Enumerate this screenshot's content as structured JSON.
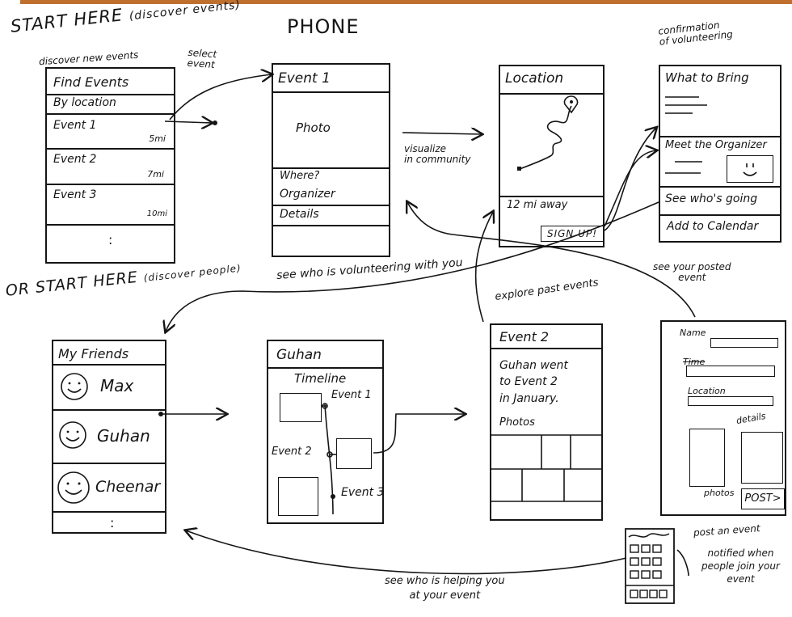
{
  "header": {
    "start_here_1": "START HERE",
    "start_here_1_sub": "(discover events)",
    "phone_title": "PHONE",
    "start_here_2": "OR START HERE",
    "start_here_2_sub": "(discover people)"
  },
  "annotations": {
    "discover_new_events": "discover new events",
    "select_event": "select\nevent",
    "visualize": "visualize\nin community",
    "confirmation": "confirmation\nof volunteering",
    "see_who_volunteering": "see who is volunteering with you",
    "see_posted_event": "see your posted\nevent",
    "explore_past_events": "explore past events",
    "post_an_event": "post an event",
    "notified": "notified when\npeople join your\nevent",
    "see_helping": "see who is helping you\nat your event"
  },
  "find_events": {
    "title": "Find Events",
    "by_location": "By location",
    "events": [
      {
        "name": "Event 1",
        "distance": "5mi"
      },
      {
        "name": "Event 2",
        "distance": "7mi"
      },
      {
        "name": "Event 3",
        "distance": "10mi"
      }
    ],
    "more": ":"
  },
  "event1_screen": {
    "title": "Event 1",
    "photo": "Photo",
    "where": "Where?",
    "organizer": "Organizer",
    "details": "Details"
  },
  "location_screen": {
    "title": "Location",
    "distance": "12 mi away",
    "signup": "SIGN UP!"
  },
  "confirm_screen": {
    "what_to_bring": "What to Bring",
    "meet_organizer": "Meet the Organizer",
    "see_whos_going": "See who's going",
    "add_calendar": "Add to Calendar"
  },
  "friends_screen": {
    "title": "My Friends",
    "friends": [
      "Max",
      "Guhan",
      "Cheenar"
    ],
    "more": ":"
  },
  "guhan_screen": {
    "title": "Guhan",
    "timeline": "Timeline",
    "event1": "Event 1",
    "event2": "Event 2",
    "event3": "Event 3"
  },
  "event2_screen": {
    "title": "Event 2",
    "text": "Guhan went\nto Event 2\nin January.",
    "photos": "Photos"
  },
  "post_screen": {
    "name": "Name",
    "time": "Time",
    "location": "Location",
    "details": "details",
    "photos": "photos",
    "post_button": "POST>"
  }
}
